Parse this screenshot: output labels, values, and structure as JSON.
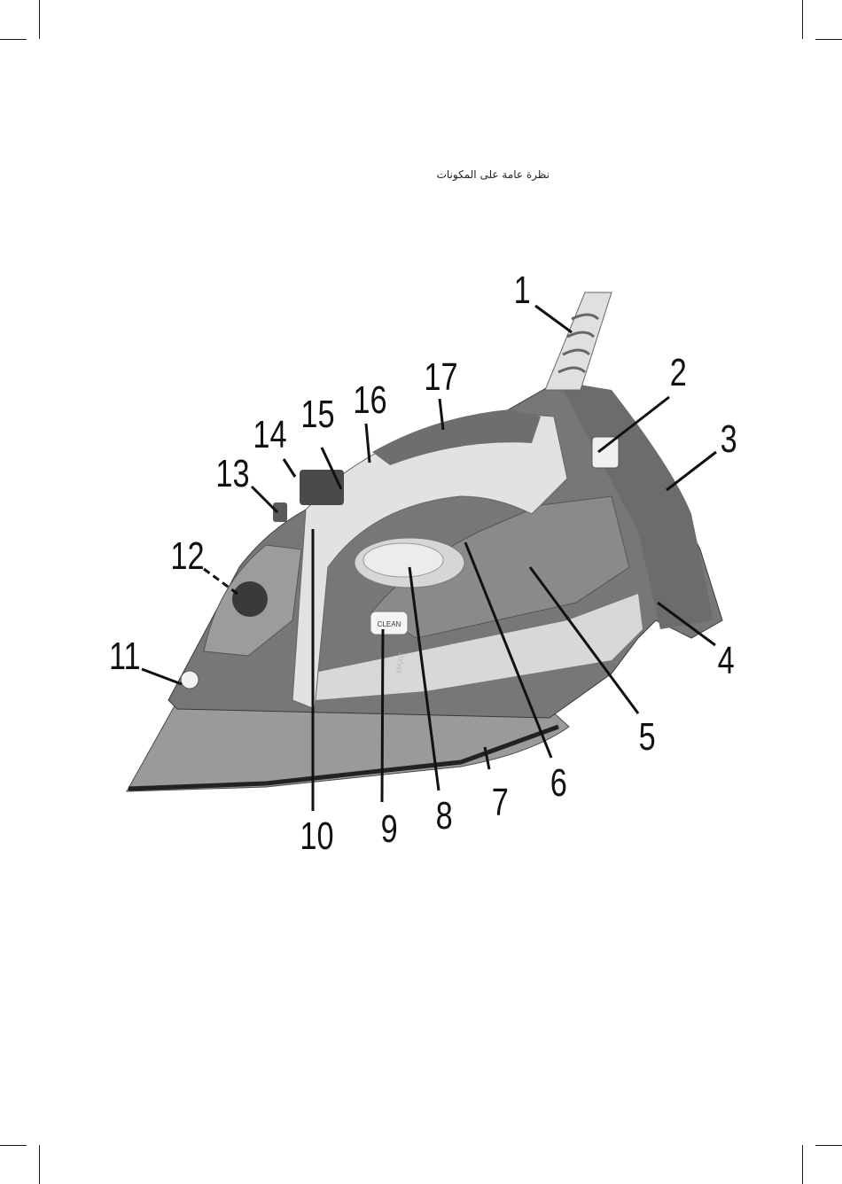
{
  "heading": "نظرة عامة على المكونات",
  "iron_marks": {
    "clean_button_text": "CLEAN",
    "brand_text": "MAXC"
  },
  "callouts": [
    "1",
    "2",
    "3",
    "4",
    "5",
    "6",
    "7",
    "8",
    "9",
    "10",
    "11",
    "12",
    "13",
    "14",
    "15",
    "16",
    "17"
  ]
}
